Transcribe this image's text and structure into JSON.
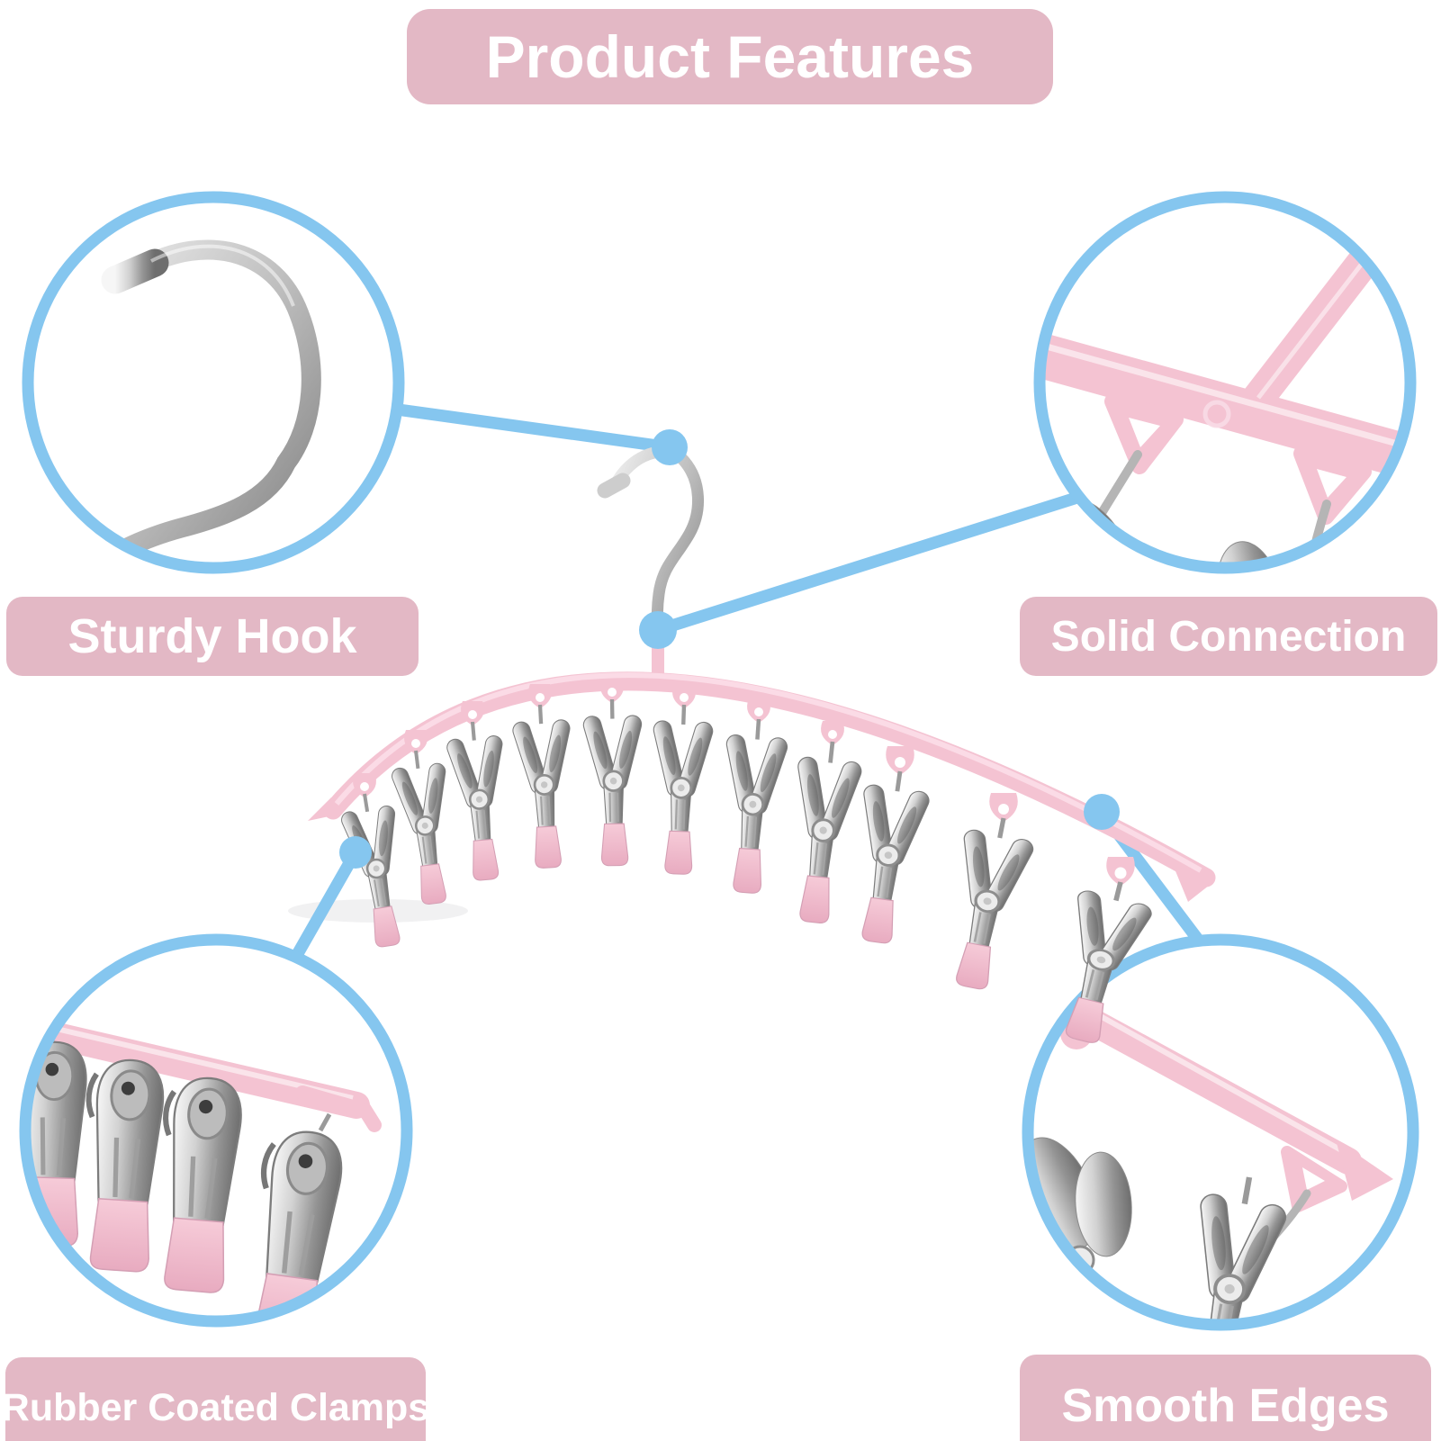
{
  "title": {
    "text": "Product Features"
  },
  "features": [
    {
      "id": "sturdy-hook",
      "label": "Sturdy Hook",
      "position": "top-left"
    },
    {
      "id": "solid-connection",
      "label": "Solid Connection",
      "position": "top-right"
    },
    {
      "id": "rubber-coated-clamps",
      "label": "Rubber Coated Clamps",
      "position": "bottom-left"
    },
    {
      "id": "smooth-edges",
      "label": "Smooth Edges",
      "position": "bottom-right"
    }
  ],
  "colors": {
    "ring": "#85c6ef",
    "label_bg": "#e3b8c5",
    "label_text": "#ffffff",
    "hanger_pink": "#f4c3d2",
    "hanger_pink_light": "#fbdce7",
    "bg": "#ffffff"
  }
}
